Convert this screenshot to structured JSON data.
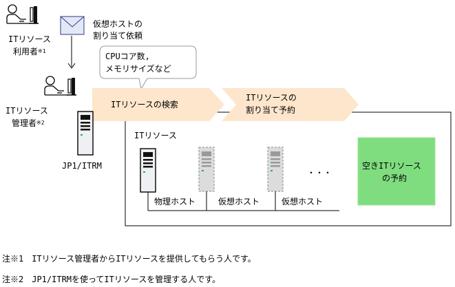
{
  "actors": {
    "user_label_line1": "ITリソース",
    "user_label_line2": "利用者",
    "user_note_mark": "※1",
    "admin_label_line1": "ITリソース",
    "admin_label_line2": "管理者",
    "admin_note_mark": "※2"
  },
  "request": {
    "line1": "仮想ホストの",
    "line2": "割り当て依頼"
  },
  "callout": {
    "line1": "CPUコア数,",
    "line2": "メモリサイズなど"
  },
  "server_label": "JP1/ITRM",
  "steps": {
    "search_label": "ITリソースの検索",
    "reserve_line1": "ITリソースの",
    "reserve_line2": "割り当て予約"
  },
  "resources": {
    "box_title": "ITリソース",
    "physical_host_label": "物理ホスト",
    "virtual_host_label_1": "仮想ホスト",
    "virtual_host_label_2": "仮想ホスト",
    "ellipsis": "・・・",
    "free_line1": "空きITリソース",
    "free_line2": "の予約"
  },
  "notes": {
    "note1": "注※1　ITリソース管理者からITリソースを提供してもらう人です。",
    "note2": "注※2　JP1/ITRMを使ってITリソースを管理する人です。"
  },
  "colors": {
    "arrow_fill": "#fde6cc",
    "free_fill": "#7fdd7f",
    "free_border": "#9be89b",
    "host_gray": "#9a9a9a",
    "green_led": "#19b34a"
  }
}
